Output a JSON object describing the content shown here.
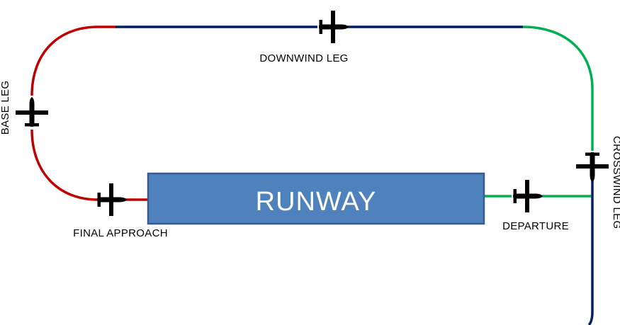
{
  "runway": {
    "label": "RUNWAY"
  },
  "legs": {
    "downwind": "DOWNWIND LEG",
    "base": "BASE LEG",
    "final": "FINAL APPROACH",
    "departure": "DEPARTURE",
    "crosswind": "CROSSWIND LEG"
  },
  "colors": {
    "approach_red": "#c00000",
    "downwind_navy": "#002060",
    "departure_green": "#00b050",
    "runway_fill": "#4f81bd",
    "runway_border": "#385d8a"
  },
  "icons": [
    "airplane-icon"
  ]
}
